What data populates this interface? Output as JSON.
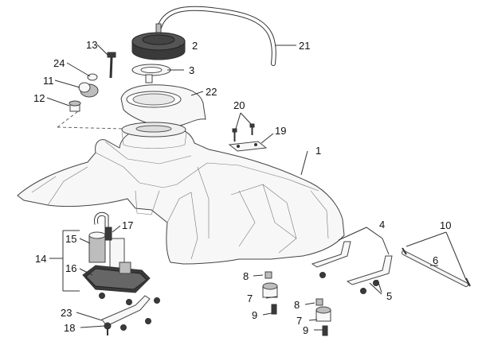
{
  "diagram": {
    "callouts": [
      "1",
      "2",
      "3",
      "4",
      "5",
      "6",
      "7",
      "7",
      "8",
      "8",
      "9",
      "9",
      "10",
      "11",
      "12",
      "13",
      "14",
      "15",
      "16",
      "17",
      "18",
      "19",
      "20",
      "21",
      "22",
      "23",
      "24"
    ]
  }
}
